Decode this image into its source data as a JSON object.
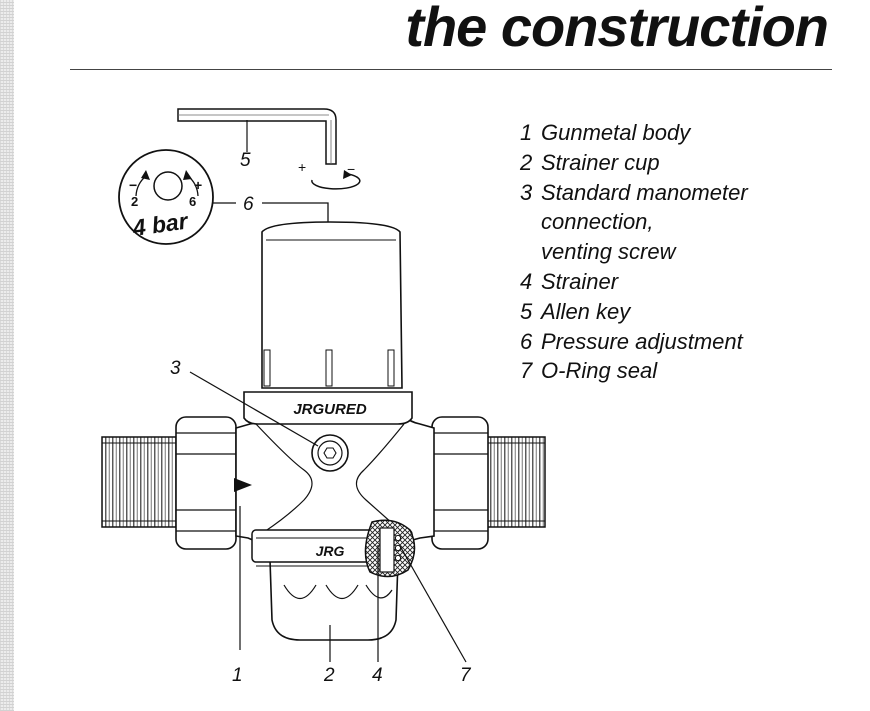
{
  "title": "the construction",
  "parts": [
    {
      "num": "1",
      "label": "Gunmetal body"
    },
    {
      "num": "2",
      "label": "Strainer cup"
    },
    {
      "num": "3",
      "label": "Standard manometer\nconnection,\nventing screw"
    },
    {
      "num": "4",
      "label": "Strainer"
    },
    {
      "num": "5",
      "label": "Allen key"
    },
    {
      "num": "6",
      "label": "Pressure adjustment"
    },
    {
      "num": "7",
      "label": "O-Ring seal"
    }
  ],
  "diagram": {
    "brand_top": "JRGURED",
    "brand_bottom": "JRG",
    "dial_value": "4 bar",
    "dial_min": "2",
    "dial_max": "6",
    "dial_minus": "−",
    "dial_plus": "+",
    "turn_plus": "+",
    "turn_minus": "−",
    "callouts": {
      "c1": "1",
      "c2": "2",
      "c3": "3",
      "c4": "4",
      "c5": "5",
      "c6": "6",
      "c7": "7"
    }
  }
}
